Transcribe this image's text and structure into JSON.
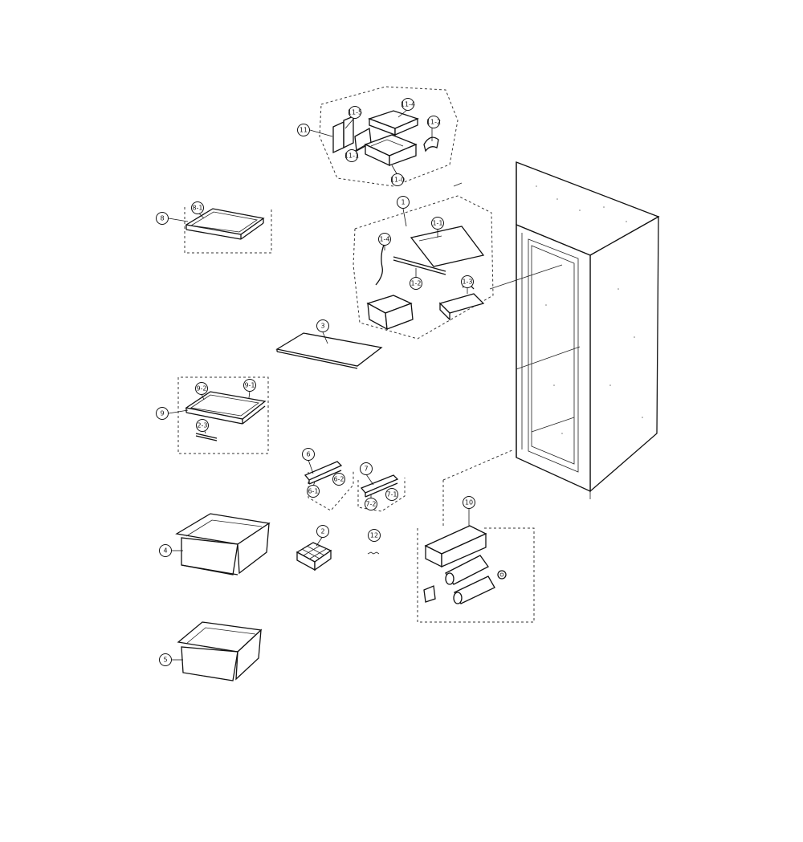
{
  "callouts": {
    "c11": "11",
    "c115": "11-5",
    "c114": "11-4",
    "c112": "11-2",
    "c111": "11-1",
    "c110": "11-0",
    "c8": "8",
    "c81": "8-1",
    "c1": "1",
    "c11b": "1-1",
    "c14": "1-4",
    "c12": "1-2",
    "c13": "1-3",
    "c3": "3",
    "c9": "9",
    "c92": "9-2",
    "c91": "9-1",
    "c23": "2-3",
    "c6": "6",
    "c61": "6-1",
    "c62": "6-2",
    "c7": "7",
    "c72": "7-2",
    "c71": "7-1",
    "c10": "10",
    "c4": "4",
    "c2": "2",
    "c12b": "12",
    "c5": "5"
  }
}
